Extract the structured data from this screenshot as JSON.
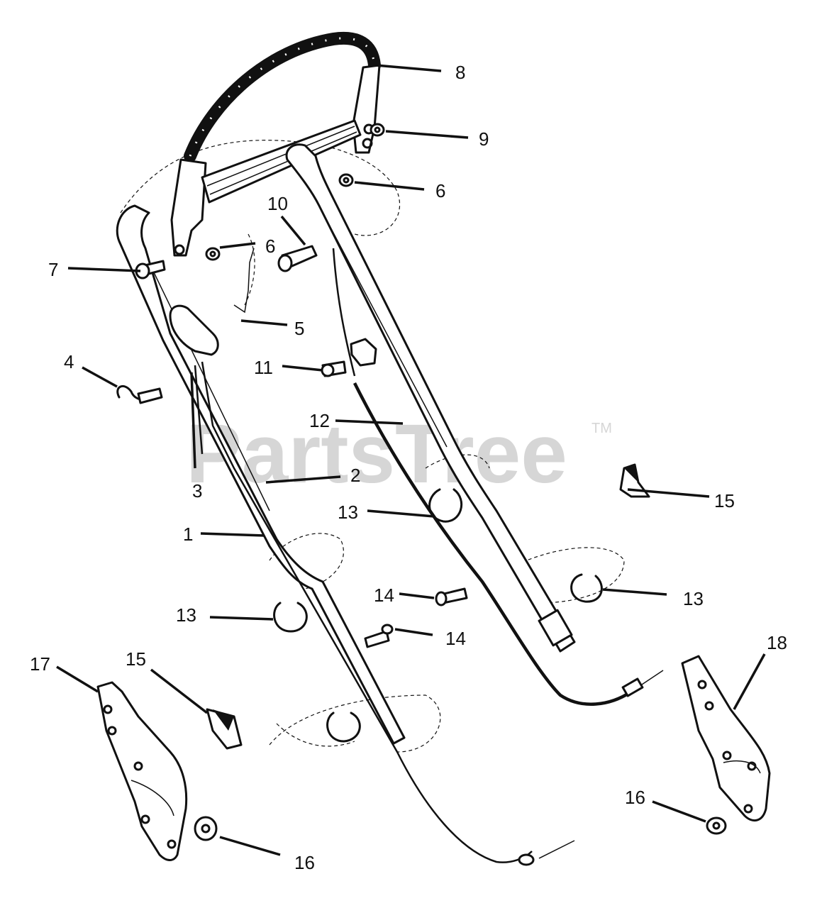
{
  "watermark": {
    "text": "PartsTree",
    "trademark": "TM"
  },
  "callouts": [
    {
      "id": "c8",
      "label": "8"
    },
    {
      "id": "c9",
      "label": "9"
    },
    {
      "id": "c6a",
      "label": "6"
    },
    {
      "id": "c10",
      "label": "10"
    },
    {
      "id": "c6b",
      "label": "6"
    },
    {
      "id": "c7",
      "label": "7"
    },
    {
      "id": "c5",
      "label": "5"
    },
    {
      "id": "c4",
      "label": "4"
    },
    {
      "id": "c11",
      "label": "11"
    },
    {
      "id": "c12",
      "label": "12"
    },
    {
      "id": "c3",
      "label": "3"
    },
    {
      "id": "c2",
      "label": "2"
    },
    {
      "id": "c15a",
      "label": "15"
    },
    {
      "id": "c13a",
      "label": "13"
    },
    {
      "id": "c1",
      "label": "1"
    },
    {
      "id": "c14a",
      "label": "14"
    },
    {
      "id": "c13b",
      "label": "13"
    },
    {
      "id": "c13c",
      "label": "13"
    },
    {
      "id": "c14b",
      "label": "14"
    },
    {
      "id": "c17",
      "label": "17"
    },
    {
      "id": "c15b",
      "label": "15"
    },
    {
      "id": "c18",
      "label": "18"
    },
    {
      "id": "c16a",
      "label": "16"
    },
    {
      "id": "c16b",
      "label": "16"
    }
  ]
}
